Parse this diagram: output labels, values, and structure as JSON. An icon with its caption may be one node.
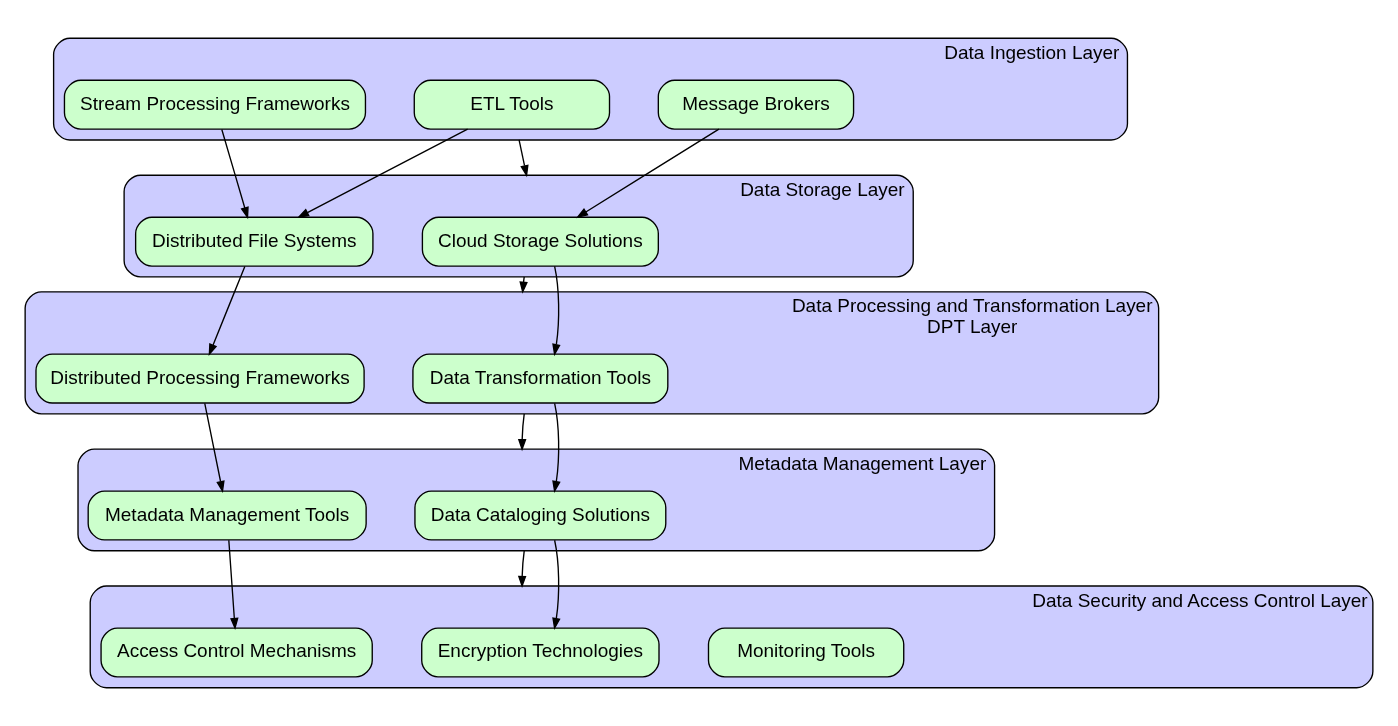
{
  "diagram": {
    "nodes": [
      {
        "text": [
          "Data Ingestion Layer"
        ]
      },
      {
        "text": [
          "Stream Processing Frameworks"
        ],
        "in": 0
      },
      {
        "text": [
          "ETL Tools"
        ],
        "in": 0
      },
      {
        "text": [
          "Message Brokers"
        ],
        "in": 0
      },
      {
        "text": [
          "Data Storage Layer"
        ]
      },
      {
        "text": [
          "Distributed File Systems"
        ],
        "in": 4
      },
      {
        "text": [
          "Cloud Storage Solutions"
        ],
        "in": 4
      },
      {
        "text": [
          "Data Processing and Transformation Layer",
          "DPT Layer"
        ]
      },
      {
        "text": [
          "Distributed Processing Frameworks"
        ],
        "in": 7
      },
      {
        "text": [
          "Data Transformation Tools"
        ],
        "in": 7
      },
      {
        "text": [
          "Metadata Management Layer"
        ]
      },
      {
        "text": [
          "Metadata Management Tools"
        ],
        "in": 10
      },
      {
        "text": [
          "Data Cataloging Solutions"
        ],
        "in": 10
      },
      {
        "text": [
          "Data Security and Access Control Layer"
        ]
      },
      {
        "text": [
          "Access Control Mechanisms"
        ],
        "in": 13
      },
      {
        "text": [
          "Encryption Technologies"
        ],
        "in": 13
      },
      {
        "text": [
          "Monitoring Tools"
        ],
        "in": 13
      }
    ],
    "edges": [
      {
        "from": 1,
        "to": 5,
        "arrow": "to"
      },
      {
        "from": 2,
        "to": 5,
        "arrow": "to"
      },
      {
        "from": 0,
        "to": 4,
        "arrow": "to"
      },
      {
        "from": 3,
        "to": 6,
        "arrow": "to"
      },
      {
        "from": 5,
        "to": 8,
        "arrow": "to"
      },
      {
        "from": 4,
        "to": 7,
        "arrow": "to"
      },
      {
        "from": 6,
        "to": 9,
        "arrow": "to"
      },
      {
        "from": 8,
        "to": 11,
        "arrow": "to"
      },
      {
        "from": 7,
        "to": 10,
        "arrow": "to"
      },
      {
        "from": 9,
        "to": 12,
        "arrow": "to"
      },
      {
        "from": 11,
        "to": 14,
        "arrow": "to"
      },
      {
        "from": 10,
        "to": 13,
        "arrow": "to"
      },
      {
        "from": 12,
        "to": 15,
        "arrow": "to"
      }
    ]
  }
}
